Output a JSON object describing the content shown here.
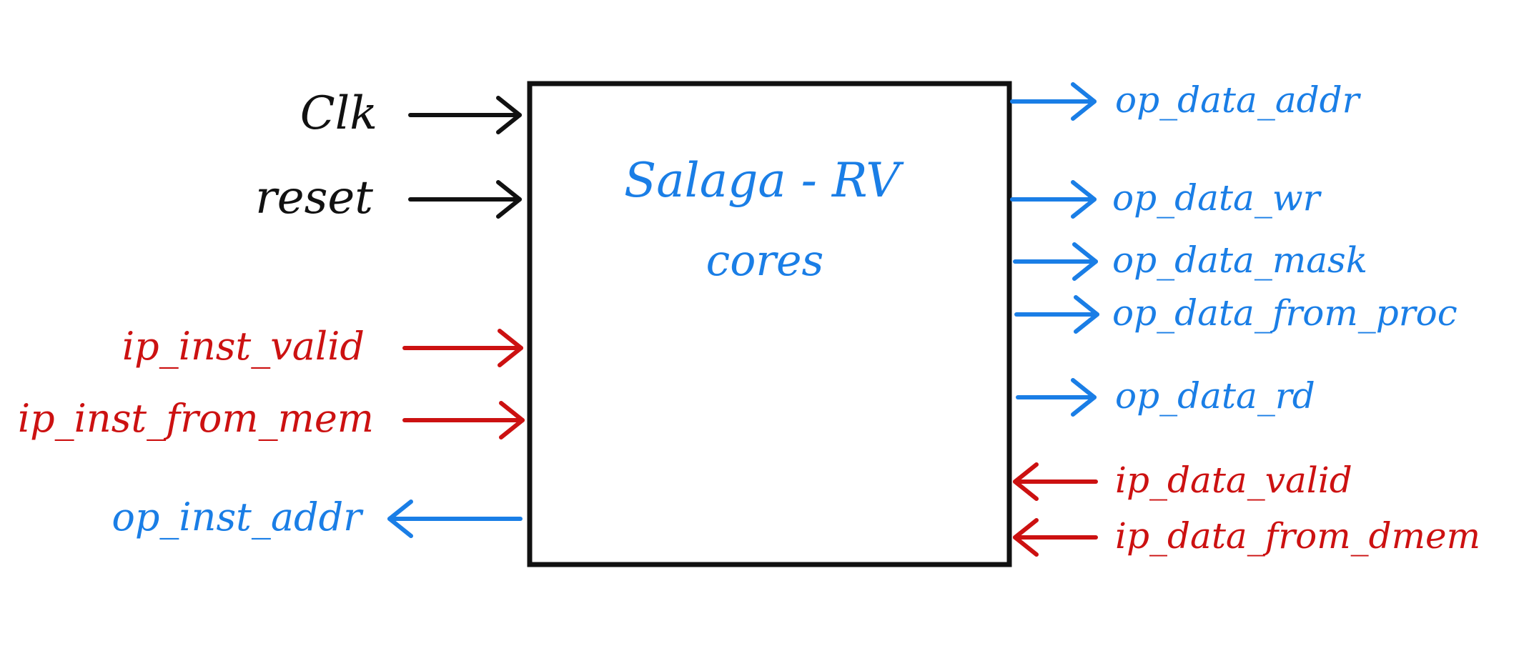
{
  "colors": {
    "black": "#111111",
    "red": "#cc1111",
    "blue": "#1a7ee6"
  },
  "core": {
    "title": "Salaga - RV",
    "subtitle": "cores"
  },
  "ports": [
    {
      "id": "clk",
      "label": "Clk",
      "direction": "in",
      "color": "black"
    },
    {
      "id": "reset",
      "label": "reset",
      "direction": "in",
      "color": "black"
    },
    {
      "id": "ip_inst_valid",
      "label": "ip_inst_valid",
      "direction": "in",
      "color": "red"
    },
    {
      "id": "ip_inst_from_mem",
      "label": "ip_inst_from_mem",
      "direction": "in",
      "color": "red"
    },
    {
      "id": "op_inst_addr",
      "label": "op_inst_addr",
      "direction": "out",
      "color": "blue"
    },
    {
      "id": "op_data_addr",
      "label": "op_data_addr",
      "direction": "out",
      "color": "blue"
    },
    {
      "id": "op_data_wr",
      "label": "op_data_wr",
      "direction": "out",
      "color": "blue"
    },
    {
      "id": "op_data_mask",
      "label": "op_data_mask",
      "direction": "out",
      "color": "blue"
    },
    {
      "id": "op_data_from_proc",
      "label": "op_data_from_proc",
      "direction": "out",
      "color": "blue"
    },
    {
      "id": "op_data_rd",
      "label": "op_data_rd",
      "direction": "out",
      "color": "blue"
    },
    {
      "id": "ip_data_valid",
      "label": "ip_data_valid",
      "direction": "in",
      "color": "red"
    },
    {
      "id": "ip_data_from_dmem",
      "label": "ip_data_from_dmem",
      "direction": "in",
      "color": "red"
    }
  ]
}
